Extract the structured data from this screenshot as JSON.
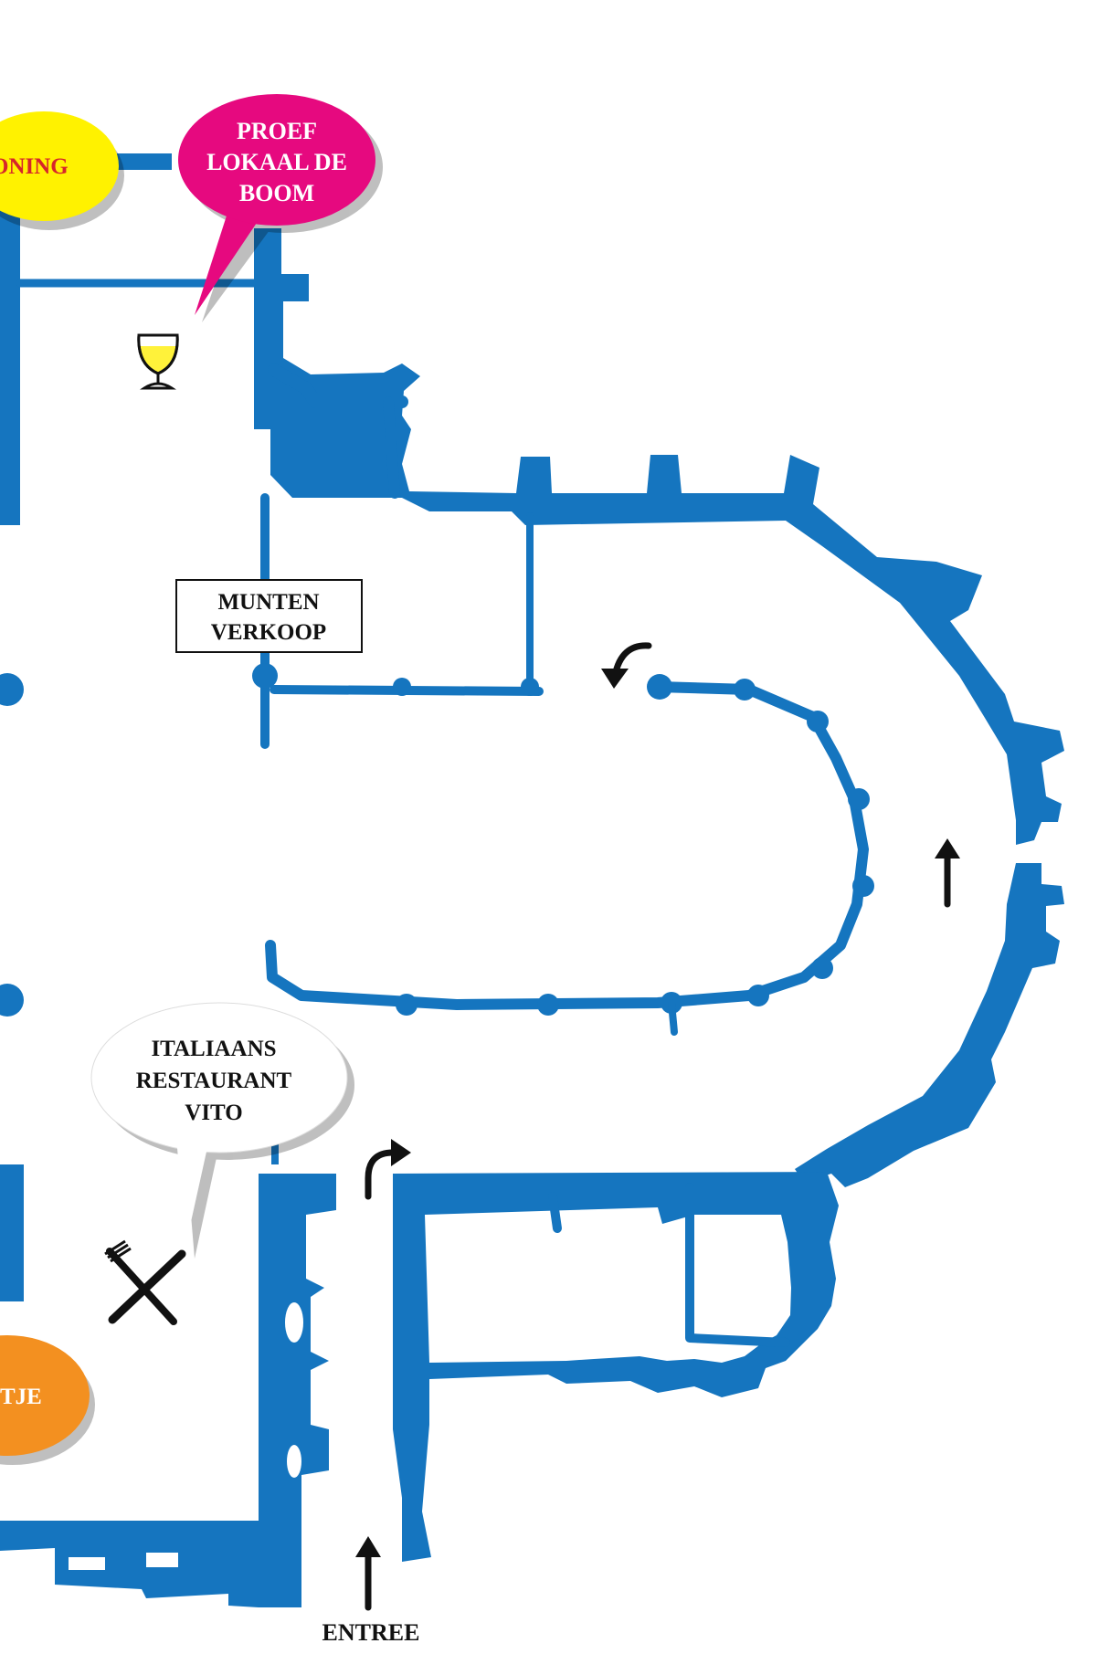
{
  "colors": {
    "wall": "#1575bf",
    "yellow_bubble": "#fff200",
    "yellow_bubble_text": "#d6262b",
    "pink_bubble": "#e6097f",
    "orange_bubble": "#f39020",
    "white_bubble": "#ffffff",
    "wine": "#fff23a",
    "text": "#111111"
  },
  "bubbles": {
    "yellow": {
      "text": "ONING"
    },
    "proeflokaal": {
      "lines": [
        "PROEF",
        "LOKAAL DE",
        "BOOM"
      ]
    },
    "restaurant": {
      "lines": [
        "ITALIAANS",
        "RESTAURANT",
        "VITO"
      ]
    },
    "orange": {
      "text": "TJE"
    }
  },
  "labels": {
    "munten": {
      "lines": [
        "MUNTEN",
        "VERKOOP"
      ]
    },
    "entree": "ENTREE"
  },
  "icons": {
    "wine_glass": "wine-glass-icon",
    "cutlery": "fork-knife-icon"
  }
}
